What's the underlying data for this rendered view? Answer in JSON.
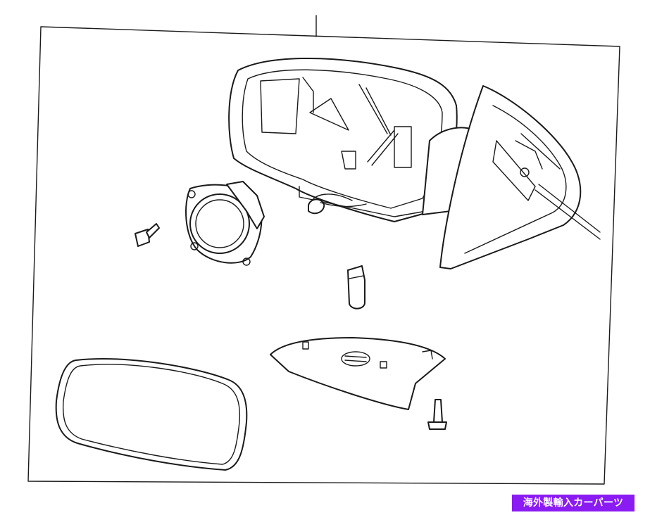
{
  "watermark": {
    "text": "海外製輸入カーパーツ",
    "color": "#8a1bf2"
  },
  "diagram": {
    "line_color": "#1a1a1a",
    "parts": [
      "mirror-housing-assembly",
      "power-motor",
      "mounting-screw-left",
      "bulb",
      "bottom-cover",
      "mounting-screw-lower",
      "mirror-glass"
    ]
  }
}
